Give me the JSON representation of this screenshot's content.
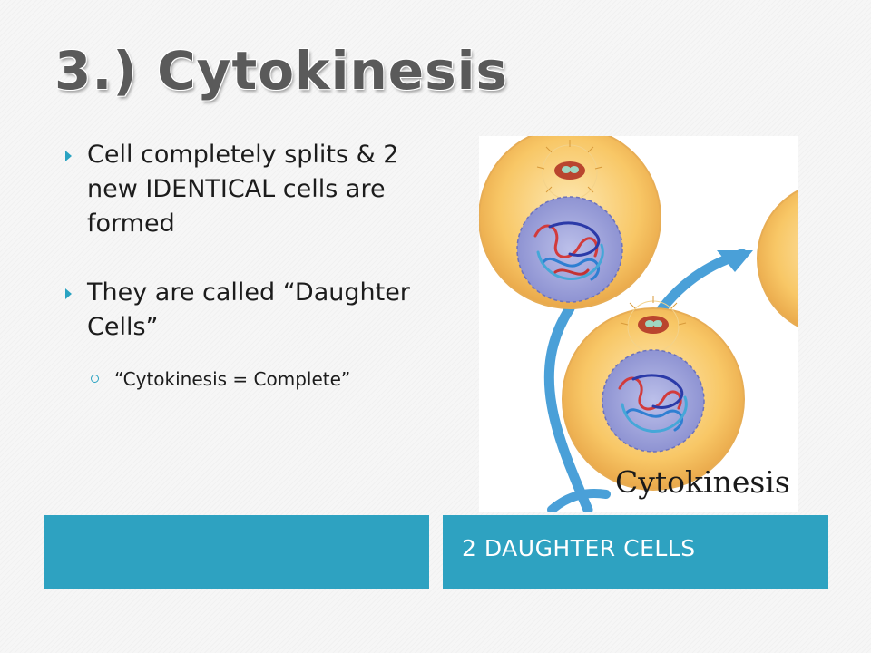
{
  "slide": {
    "title": "3.) Cytokinesis",
    "bullets": [
      "Cell completely splits & 2 new IDENTICAL cells are formed",
      "They are called “Daughter Cells”"
    ],
    "sub_bullets": [
      "“Cytokinesis = Complete”"
    ],
    "figure": {
      "caption": "Cytokinesis"
    },
    "footer": {
      "label": "2 DAUGHTER CELLS"
    },
    "colors": {
      "accent": "#2ea2c1",
      "title": "#5a5a5a",
      "cell_fill": "#f8c766",
      "nucleus": "#7d83c9",
      "arrow": "#4aa0d8"
    }
  }
}
